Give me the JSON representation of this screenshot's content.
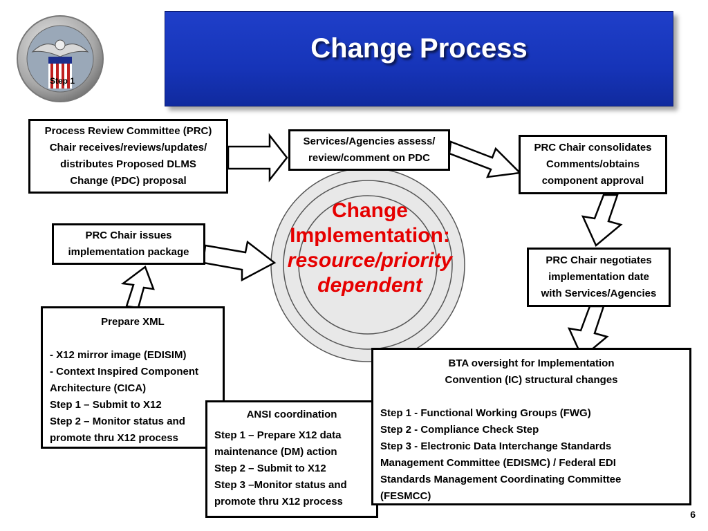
{
  "title": "Change Process",
  "seal_label": "Step 1",
  "page_number": "6",
  "center": {
    "line1": "Change",
    "line2": "Implementation:",
    "line3": "resource/priority",
    "line4": "dependent"
  },
  "boxes": {
    "prc_review": {
      "lines": [
        "Process Review Committee (PRC)",
        "Chair receives/reviews/updates/",
        "distributes Proposed DLMS",
        "Change (PDC) proposal"
      ]
    },
    "services_assess": {
      "lines": [
        "Services/Agencies assess/",
        "review/comment on PDC"
      ]
    },
    "prc_consolidates": {
      "lines": [
        "PRC Chair consolidates",
        "Comments/obtains",
        "component approval"
      ]
    },
    "prc_issues": {
      "lines": [
        "PRC Chair issues",
        "implementation package"
      ]
    },
    "prc_negotiates": {
      "lines": [
        "PRC Chair negotiates",
        "implementation date",
        "with Services/Agencies"
      ]
    },
    "prepare_xml": {
      "heading": "Prepare XML",
      "lines": [
        "- X12 mirror image (EDISIM)",
        "- Context Inspired Component",
        "Architecture (CICA)",
        "Step 1 – Submit to X12",
        "Step 2 – Monitor status and",
        "promote thru X12 process"
      ]
    },
    "ansi": {
      "heading": "ANSI coordination",
      "lines": [
        "Step 1 – Prepare X12 data",
        "maintenance (DM) action",
        "Step 2 – Submit to X12",
        "Step 3 –Monitor status and",
        "promote thru X12 process"
      ]
    },
    "bta": {
      "heading_lines": [
        "BTA oversight for Implementation",
        "Convention (IC) structural changes"
      ],
      "lines": [
        "Step 1 - Functional Working Groups (FWG)",
        "Step 2 - Compliance Check Step",
        "Step 3 - Electronic Data Interchange Standards",
        "Management Committee (EDISMC) / Federal EDI",
        "Standards Management Coordinating Committee",
        "(FESMCC)"
      ]
    }
  }
}
